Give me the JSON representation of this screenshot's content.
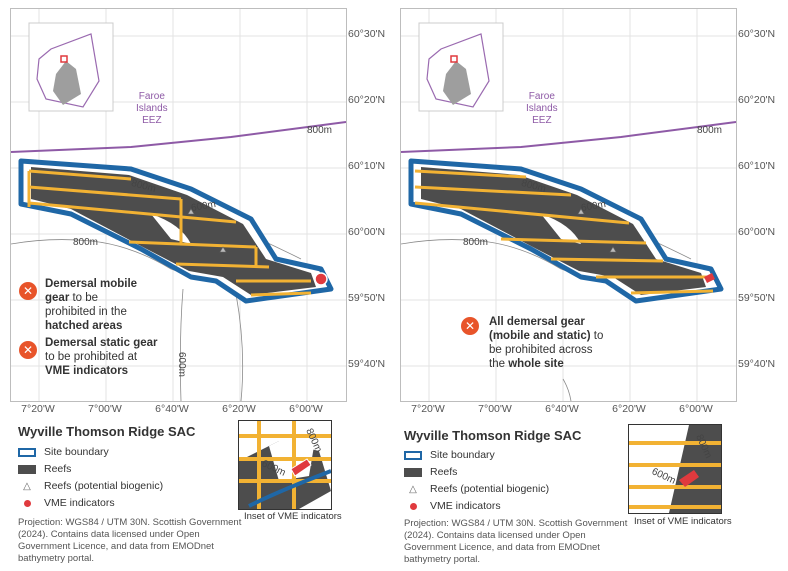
{
  "latitudes": [
    "60°30'N",
    "60°20'N",
    "60°10'N",
    "60°00'N",
    "59°50'N",
    "59°40'N"
  ],
  "longitudes": [
    "7°20'W",
    "7°00'W",
    "6°40'W",
    "6°20'W",
    "6°00'W"
  ],
  "eez_label": {
    "line1": "Faroe",
    "line2": "Islands",
    "line3": "EEZ"
  },
  "contour": "800m",
  "contour_600": "600m",
  "contour_600_rot": "600m",
  "left_panel": {
    "rule1": {
      "b1": "Demersal mobile",
      "b2": "gear",
      "t1": " to be",
      "t2": "prohibited in the",
      "b3": "hatched areas"
    },
    "rule2": {
      "b1": "Demersal static gear",
      "t1": "to be prohibited at",
      "b2": "VME indicators"
    }
  },
  "right_panel": {
    "rule": {
      "b1": "All demersal gear",
      "b2": "(mobile and static)",
      "t1": " to",
      "t2": "be prohibited across",
      "t3": "the ",
      "b3": "whole site"
    }
  },
  "legend": {
    "title": "Wyville Thomson Ridge SAC",
    "site_boundary": "Site boundary",
    "reefs": "Reefs",
    "reefs_potential": "Reefs (potential biogenic)",
    "vme": "VME indicators",
    "triangle_glyph": "△"
  },
  "credit": "Projection: WGS84 / UTM 30N. Scottish Government (2024). Contains data licensed under Open Government Licence, and data from EMODnet bathymetry portal.",
  "inset_caption": "Inset of VME indicators",
  "inset_labels": {
    "a": "800m",
    "b": "600m"
  },
  "x_glyph": "✕",
  "colors": {
    "site_boundary": "#1f67a6",
    "reef": "#4d4d4d",
    "hatch": "#f2b233",
    "vme": "#e03a3e",
    "eez": "#8e5aa6",
    "icon": "#e8542a"
  }
}
